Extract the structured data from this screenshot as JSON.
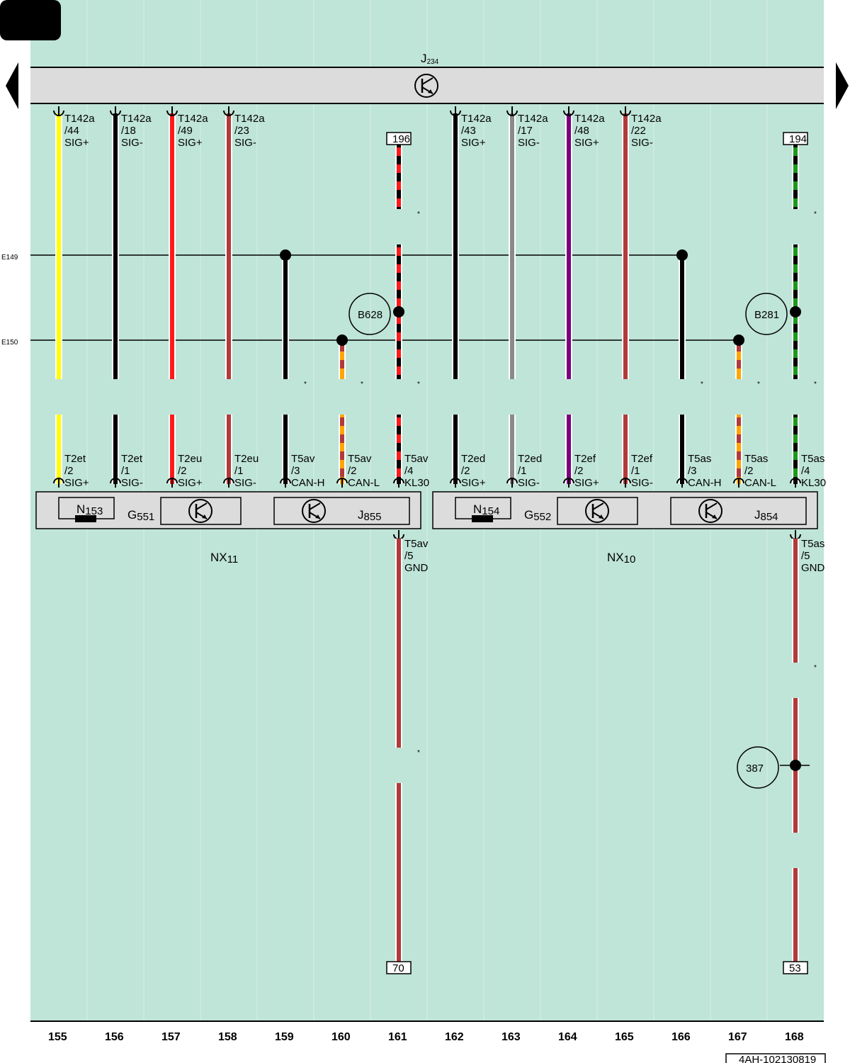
{
  "page": {
    "main_controller": "J",
    "main_controller_sub": "234",
    "ground_references": [
      "E149",
      "E150"
    ],
    "document_id": "4AH-102130819",
    "nav_prev": "previous-page",
    "nav_next": "next-page"
  },
  "columns": [
    "155",
    "156",
    "157",
    "158",
    "159",
    "160",
    "161",
    "162",
    "163",
    "164",
    "165",
    "166",
    "167",
    "168"
  ],
  "colors": {
    "background": "#bfe4d8",
    "bus_fill": "#dcdcdc",
    "module_fill": "#dcdcdc",
    "yellow": "#ffff00",
    "black": "#000000",
    "red": "#ff1a1a",
    "brown": "#b23a3a",
    "grey": "#8a8a8a",
    "violet": "#7a0080",
    "orange": "#ffa500",
    "green": "#1a9a1a"
  },
  "wires": [
    {
      "column": "155",
      "connector": "T142a",
      "pin": "/44",
      "signal": "SIG+",
      "color": "yellow",
      "stripe": null,
      "module_connector": "T2et",
      "module_pin": "/2",
      "module_signal": "SIG+"
    },
    {
      "column": "156",
      "connector": "T142a",
      "pin": "/18",
      "signal": "SIG-",
      "color": "black",
      "stripe": null,
      "module_connector": "T2et",
      "module_pin": "/1",
      "module_signal": "SIG-"
    },
    {
      "column": "157",
      "connector": "T142a",
      "pin": "/49",
      "signal": "SIG+",
      "color": "red",
      "stripe": null,
      "module_connector": "T2eu",
      "module_pin": "/2",
      "module_signal": "SIG+"
    },
    {
      "column": "158",
      "connector": "T142a",
      "pin": "/23",
      "signal": "SIG-",
      "color": "brown",
      "stripe": null,
      "module_connector": "T2eu",
      "module_pin": "/1",
      "module_signal": "SIG-"
    },
    {
      "column": "162",
      "connector": "T142a",
      "pin": "/43",
      "signal": "SIG+",
      "color": "black",
      "stripe": null,
      "module_connector": "T2ed",
      "module_pin": "/2",
      "module_signal": "SIG+"
    },
    {
      "column": "163",
      "connector": "T142a",
      "pin": "/17",
      "signal": "SIG-",
      "color": "grey",
      "stripe": null,
      "module_connector": "T2ed",
      "module_pin": "/1",
      "module_signal": "SIG-"
    },
    {
      "column": "164",
      "connector": "T142a",
      "pin": "/48",
      "signal": "SIG+",
      "color": "violet",
      "stripe": null,
      "module_connector": "T2ef",
      "module_pin": "/2",
      "module_signal": "SIG+"
    },
    {
      "column": "165",
      "connector": "T142a",
      "pin": "/22",
      "signal": "SIG-",
      "color": "brown",
      "stripe": null,
      "module_connector": "T2ef",
      "module_pin": "/1",
      "module_signal": "SIG-"
    }
  ],
  "bus_wires": [
    {
      "column": "159",
      "connector": "T5av",
      "pin": "/3",
      "signal": "CAN-H",
      "color": "black",
      "stripe": null,
      "ground": "E149"
    },
    {
      "column": "160",
      "connector": "T5av",
      "pin": "/2",
      "signal": "CAN-L",
      "color": "orange",
      "stripe": "brown",
      "ground": "E150"
    },
    {
      "column": "166",
      "connector": "T5as",
      "pin": "/3",
      "signal": "CAN-H",
      "color": "black",
      "stripe": null,
      "ground": "E149"
    },
    {
      "column": "167",
      "connector": "T5as",
      "pin": "/2",
      "signal": "CAN-L",
      "color": "orange",
      "stripe": "brown",
      "ground": "E150"
    }
  ],
  "supply_wires": [
    {
      "column": "161",
      "ref_top": "196",
      "splice": "B628",
      "connector": "T5av",
      "pin": "/4",
      "signal": "KL30",
      "color": "black",
      "stripe": "red",
      "ground_connector": "T5av",
      "ground_pin": "/5",
      "ground_signal": "GND",
      "ref_bottom": "70",
      "ground_point": null
    },
    {
      "column": "168",
      "ref_top": "194",
      "splice": "B281",
      "connector": "T5as",
      "pin": "/4",
      "signal": "KL30",
      "color": "black",
      "stripe": "green",
      "ground_connector": "T5as",
      "ground_pin": "/5",
      "ground_signal": "GND",
      "ref_bottom": "53",
      "ground_point": "387"
    }
  ],
  "modules": [
    {
      "id": "NX",
      "sub": "11",
      "sensor": "G",
      "sensor_sub": "551",
      "heater": "N",
      "heater_sub": "153",
      "unit": "J",
      "unit_sub": "855"
    },
    {
      "id": "NX",
      "sub": "10",
      "sensor": "G",
      "sensor_sub": "552",
      "heater": "N",
      "heater_sub": "154",
      "unit": "J",
      "unit_sub": "854"
    }
  ],
  "break_marker": "*"
}
